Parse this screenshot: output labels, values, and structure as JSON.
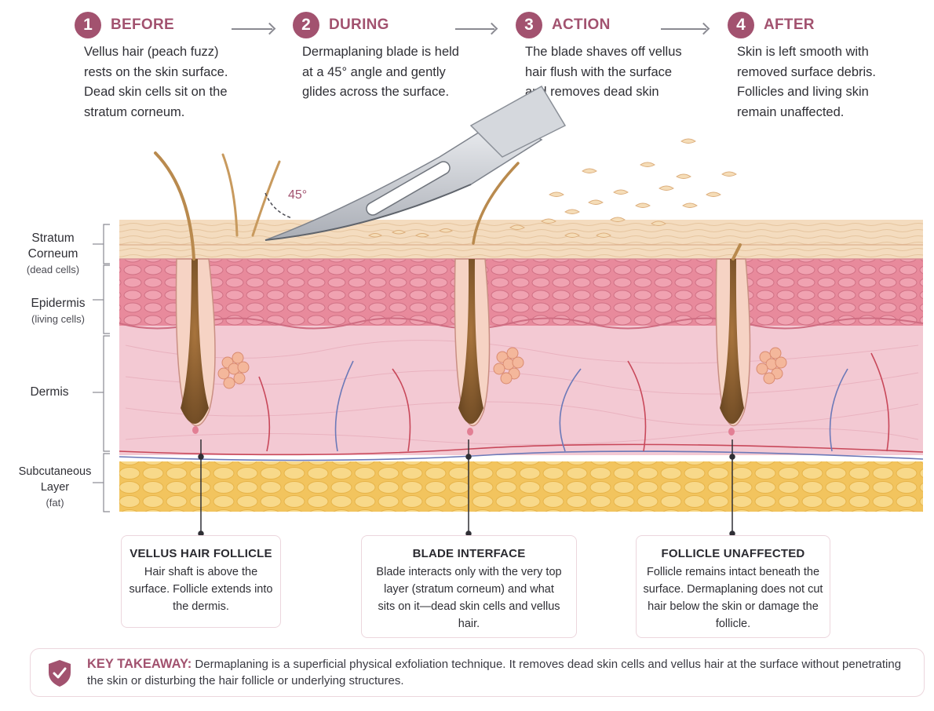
{
  "steps": [
    {
      "number": "1",
      "title": "BEFORE",
      "description": "Vellus hair (peach fuzz) rests on the skin surface. Dead skin cells sit on the stratum corneum."
    },
    {
      "number": "2",
      "title": "DURING",
      "description": "Dermaplaning blade is held at a 45° angle and gently glides across the surface."
    },
    {
      "number": "3",
      "title": "ACTION",
      "description": "The blade shaves off vellus hair flush with the surface and removes dead skin cells."
    },
    {
      "number": "4",
      "title": "AFTER",
      "description": "Skin is left smooth with removed surface debris. Follicles and living skin remain unaffected."
    }
  ],
  "angle_label": "45°",
  "layers": {
    "stratum_corneum": {
      "name_line1": "Stratum",
      "name_line2": "Corneum",
      "note": "(dead cells)"
    },
    "epidermis": {
      "name": "Epidermis",
      "note": "(living cells)"
    },
    "dermis": {
      "name": "Dermis"
    },
    "subcutaneous": {
      "name_line1": "Subcutaneous",
      "name_line2": "Layer",
      "note": "(fat)"
    }
  },
  "callouts": [
    {
      "title": "VELLUS HAIR FOLLICLE",
      "body": "Hair shaft is above the surface. Follicle extends into the dermis."
    },
    {
      "title": "BLADE INTERFACE",
      "body": "Blade interacts only with the very top layer (stratum corneum) and what sits on it—dead skin cells and vellus hair."
    },
    {
      "title": "FOLLICLE UNAFFECTED",
      "body": "Follicle remains intact beneath the surface. Dermaplaning does not cut hair below the skin or damage the follicle."
    }
  ],
  "takeaway": {
    "label": "KEY TAKEAWAY:",
    "text": "Dermaplaning is a superficial physical exfoliation technique. It removes dead skin cells and vellus hair at the surface without penetrating the skin or disturbing the hair follicle or underlying structures."
  },
  "colors": {
    "accent": "#a2526f",
    "stratum_corneum": "#f4dcbf",
    "epidermis": "#e88a9c",
    "dermis": "#f3c9d3",
    "fat": "#f7d27a",
    "hair": "#b98a4e",
    "blade": "#c9ccd2"
  },
  "icons": {
    "takeaway": "shield-check-icon",
    "blade": "scalpel-blade-icon"
  }
}
